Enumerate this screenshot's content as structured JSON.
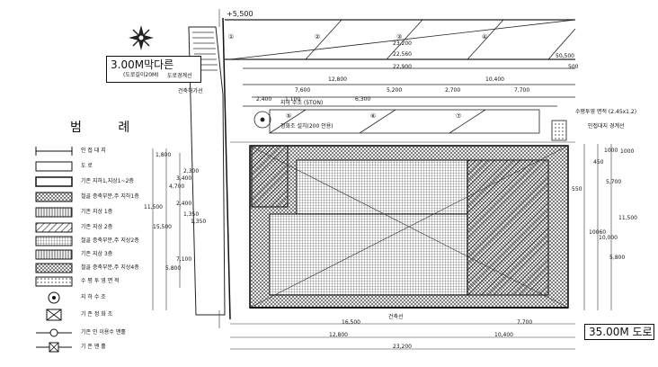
{
  "elevation": "+5,500",
  "road_label_left": "3.00M막다른",
  "road_sub_left": "(도로길이20M)",
  "road_label_bottom": "35.00M 도로",
  "note_top_left_1": "도로경계선",
  "note_top_left_2": "건축허가선",
  "note_water": "지하 수조 (5TON)",
  "note_septic": "정화조 설치(200 인용)",
  "note_alley": "건축선",
  "note_right_1": "수평투영 면적 (2.45x1.2)",
  "note_right_2": "인접대지 경계선",
  "dims_top": [
    "23,200",
    "22,560",
    "22,900",
    "12,800",
    "10,400",
    "7,600",
    "5,200",
    "2,700",
    "7,700",
    "2,400",
    "1,100",
    "6,300",
    "50,500",
    "500"
  ],
  "dims_left": [
    "1,800",
    "4,700",
    "3,400",
    "2,300",
    "2,400",
    "1,350",
    "1,350",
    "11,500",
    "15,500",
    "5,800",
    "7,100"
  ],
  "dims_right": [
    "450",
    "1000",
    "5,700",
    "11,500",
    "10060",
    "10,000",
    "5,800",
    "1000",
    "550"
  ],
  "dims_bottom": [
    "16,500",
    "7,700",
    "12,800",
    "10,400",
    "23,200"
  ],
  "plot_numbers": [
    "①",
    "②",
    "③",
    "④",
    "⑤",
    "⑥",
    "⑦"
  ],
  "legend": {
    "title": "범 례",
    "items": [
      "인 접 대 지",
      "도      로",
      "기존 지하1,지상1~2층",
      "철골 증축부분,주 지하1층",
      "기존 지상 1층",
      "기존 지상 2층",
      "철골 증축부분,주 지상2층",
      "기존 지상 3층",
      "철골 증축부분,주 지상4층",
      "수 평 투 영 면 적",
      "지  하  수  조",
      "기  존  정  화  조",
      "기존 인 이용수 맨홀",
      "기 존 맨 홀"
    ]
  }
}
